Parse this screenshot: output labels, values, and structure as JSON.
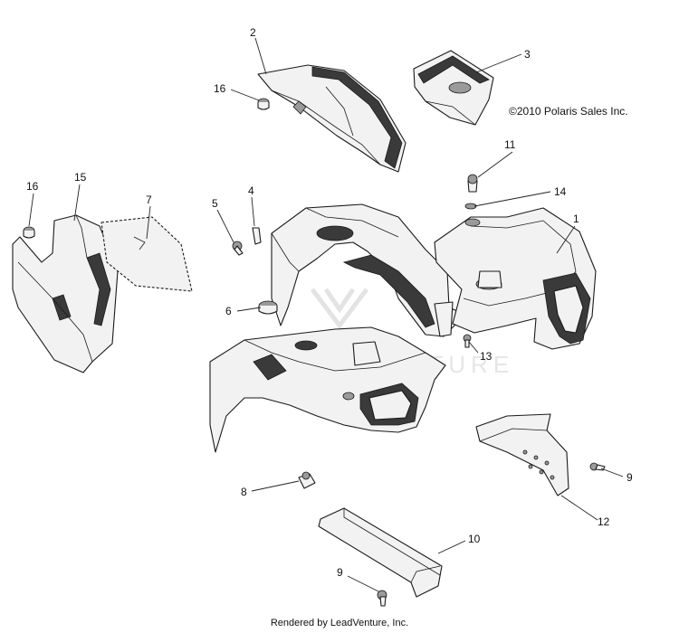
{
  "copyright": "©2010 Polaris Sales Inc.",
  "footer": "Rendered by LeadVenture, Inc.",
  "watermark": "LEADVENTURE",
  "callouts": {
    "c1": "1",
    "c2": "2",
    "c3": "3",
    "c4": "4",
    "c5": "5",
    "c6": "6",
    "c7": "7",
    "c8": "8",
    "c9a": "9",
    "c9b": "9",
    "c10": "10",
    "c11": "11",
    "c12": "12",
    "c13": "13",
    "c14": "14",
    "c15": "15",
    "c16a": "16",
    "c16b": "16"
  }
}
